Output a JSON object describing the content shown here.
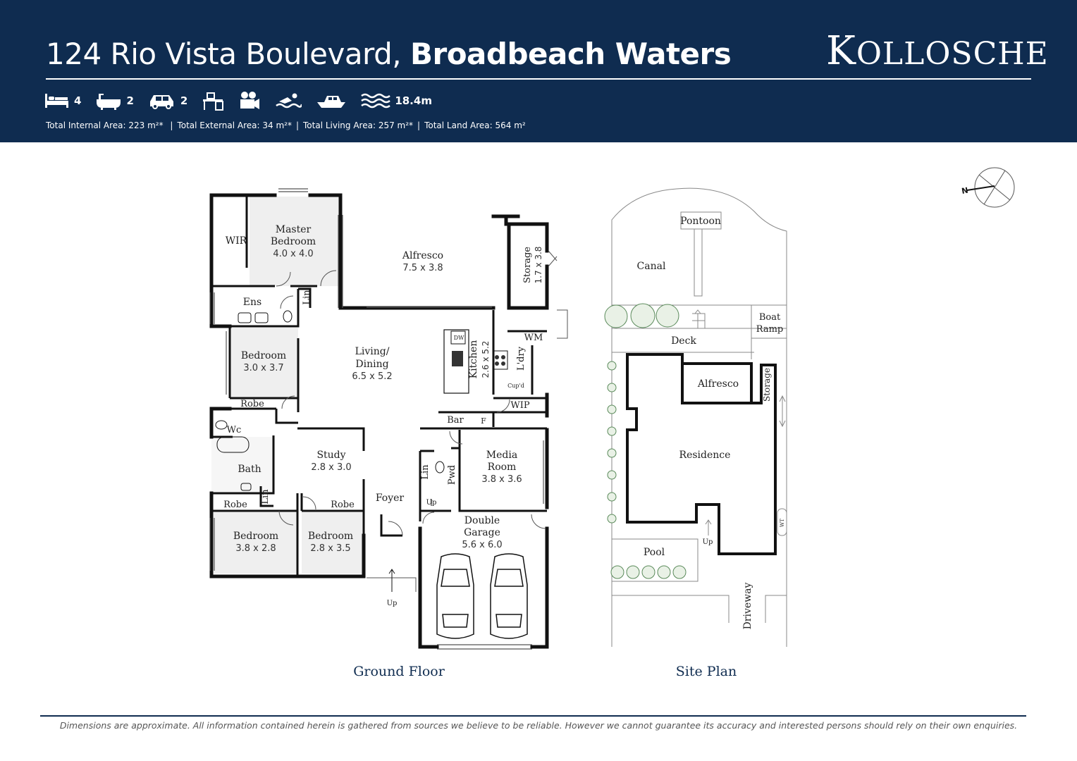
{
  "header": {
    "address": "124 Rio Vista Boulevard,",
    "suburb": "Broadbeach Waters",
    "brand": "KOLLOSCHE",
    "brand_initial": "K",
    "brand_rest": "OLLOSCHE",
    "background_color": "#0f2c50"
  },
  "features": [
    {
      "icon": "bed-icon",
      "value": "4"
    },
    {
      "icon": "bath-icon",
      "value": "2"
    },
    {
      "icon": "car-icon",
      "value": "2"
    },
    {
      "icon": "desk-icon",
      "value": ""
    },
    {
      "icon": "cinema-icon",
      "value": ""
    },
    {
      "icon": "swimmer-icon",
      "value": ""
    },
    {
      "icon": "boat-icon",
      "value": ""
    },
    {
      "icon": "water-icon",
      "value": "18.4m"
    }
  ],
  "areas": {
    "internal": "Total Internal Area:  223 m²* ",
    "external": "Total External Area: 34 m²*",
    "living": "Total Living Area: 257 m²*",
    "land": "Total Land Area: 564 m²"
  },
  "ground_floor": {
    "caption": "Ground Floor",
    "rooms": {
      "wir": "WIR",
      "master_name_1": "Master",
      "master_name_2": "Bedroom",
      "master_dim": "4.0 x 4.0",
      "alfresco": "Alfresco",
      "alfresco_dim": "7.5 x 3.8",
      "storage": "Storage",
      "storage_dim": "1.7 x 3.8",
      "ens": "Ens",
      "lin": "Lin",
      "bed2": "Bedroom",
      "bed2_dim": "3.0 x 3.7",
      "robe": "Robe",
      "living_1": "Living/",
      "living_2": "Dining",
      "living_dim": "6.5 x 5.2",
      "dw": "DW",
      "kitchen": "Kitchen",
      "kitchen_dim": "2.6 x 5.2",
      "wm": "WM",
      "ldry": "L'dry",
      "cupd": "Cup'd",
      "wip": "WIP",
      "bar": "Bar",
      "f": "F",
      "wc": "Wc",
      "bath": "Bath",
      "study": "Study",
      "study_dim": "2.8 x 3.0",
      "media_1": "Media",
      "media_2": "Room",
      "media_dim": "3.8 x 3.6",
      "pwd": "Pwd",
      "foyer": "Foyer",
      "up": "Up",
      "bed3": "Bedroom",
      "bed3_dim": "3.8 x 2.8",
      "bed4": "Bedroom",
      "bed4_dim": "2.8 x 3.5",
      "garage_1": "Double",
      "garage_2": "Garage",
      "garage_dim": "5.6 x 6.0"
    }
  },
  "site_plan": {
    "caption": "Site Plan",
    "labels": {
      "pontoon": "Pontoon",
      "canal": "Canal",
      "boat_1": "Boat",
      "boat_2": "Ramp",
      "deck": "Deck",
      "alfresco": "Alfresco",
      "storage": "Storage",
      "residence": "Residence",
      "up": "Up",
      "pool": "Pool",
      "wt": "WT",
      "driveway": "Driveway"
    }
  },
  "compass": {
    "label": "N"
  },
  "disclaimer": "Dimensions are approximate. All information contained herein is gathered from sources we believe to be reliable. However we cannot guarantee its accuracy and interested persons should rely on their own enquiries."
}
